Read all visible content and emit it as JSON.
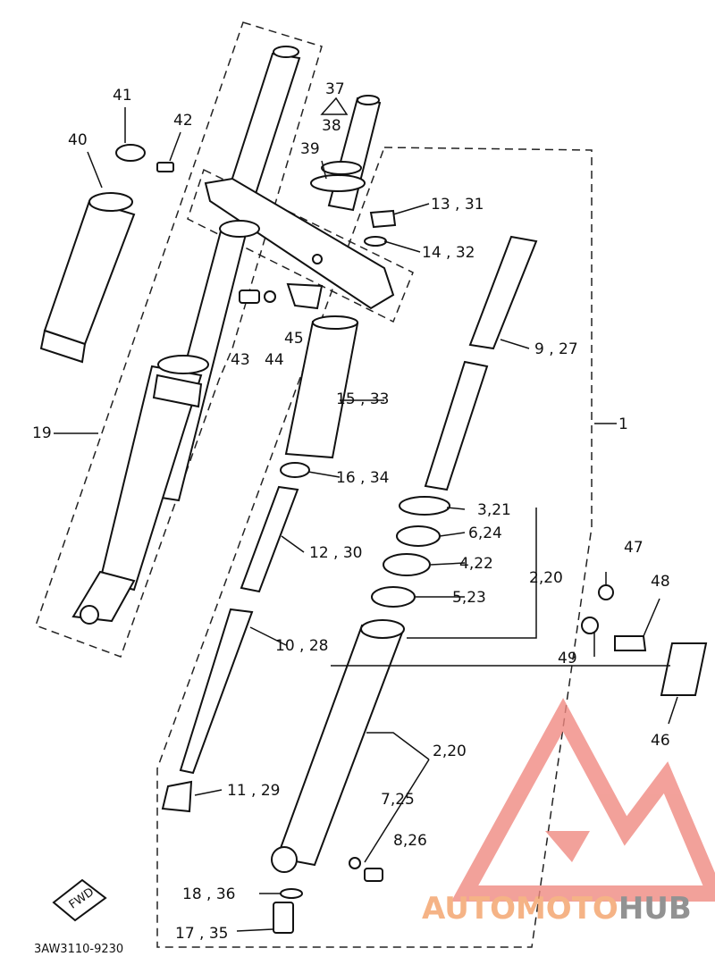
{
  "diagram": {
    "code": "3AW3110-9230",
    "fwd_label": "FWD",
    "labels": {
      "p1": "1",
      "p2_20_a": "2,20",
      "p2_20_b": "2,20",
      "p3_21": "3,21",
      "p4_22": "4,22",
      "p5_23": "5,23",
      "p6_24": "6,24",
      "p7_25": "7,25",
      "p8_26": "8,26",
      "p9_27": "9 , 27",
      "p10_28": "10 , 28",
      "p11_29": "11 , 29",
      "p12_30": "12 , 30",
      "p13_31": "13 , 31",
      "p14_32": "14 , 32",
      "p15_33": "15 , 33",
      "p16_34": "16 , 34",
      "p17_35": "17 , 35",
      "p18_36": "18 , 36",
      "p19": "19",
      "p37": "37",
      "p38": "38",
      "p39": "39",
      "p40": "40",
      "p41": "41",
      "p42": "42",
      "p43": "43",
      "p44": "44",
      "p45": "45",
      "p46": "46",
      "p47": "47",
      "p48": "48",
      "p49": "49"
    }
  },
  "watermark": {
    "brand_part1": "AUTOMOTO",
    "brand_part2": "HUB",
    "color_primary": "#f08a82",
    "color_secondary": "#f6b04a",
    "color_dark": "#777777"
  }
}
